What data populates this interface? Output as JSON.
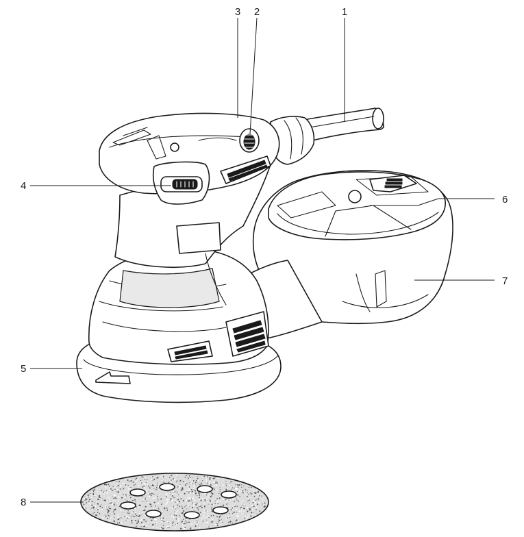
{
  "callouts": [
    {
      "id": "1",
      "label": "1"
    },
    {
      "id": "2",
      "label": "2"
    },
    {
      "id": "3",
      "label": "3"
    },
    {
      "id": "4",
      "label": "4"
    },
    {
      "id": "5",
      "label": "5"
    },
    {
      "id": "6",
      "label": "6"
    },
    {
      "id": "7",
      "label": "7"
    },
    {
      "id": "8",
      "label": "8"
    }
  ],
  "colors": {
    "line": "#1a1a1a",
    "background": "#ffffff",
    "shade": "#e9e9e9"
  }
}
